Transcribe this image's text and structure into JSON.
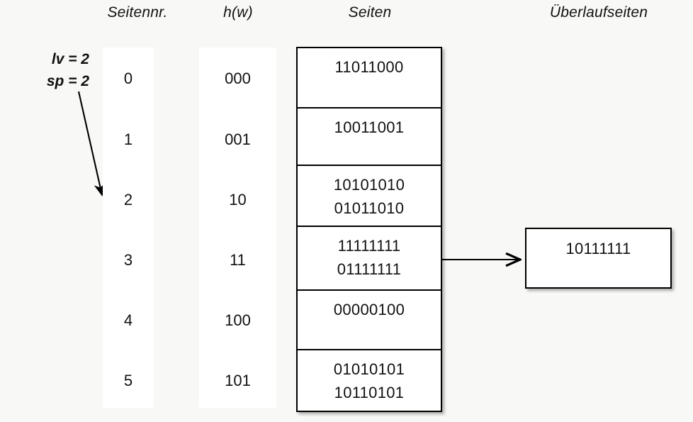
{
  "diagram": {
    "background_color": "#f8f8f7",
    "line_color": "#000000",
    "text_color": "#111111"
  },
  "headers": {
    "seitennr": "Seitennr.",
    "hw": "h(w)",
    "seiten": "Seiten",
    "ueberlaufseiten": "Überlaufseiten"
  },
  "params": {
    "lv": "lv = 2",
    "sp": "sp = 2"
  },
  "rows": [
    {
      "seitennr": "0",
      "hw": "000",
      "entries": [
        "11011000"
      ]
    },
    {
      "seitennr": "1",
      "hw": "001",
      "entries": [
        "10011001"
      ]
    },
    {
      "seitennr": "2",
      "hw": "10",
      "entries": [
        "10101010",
        "01011010"
      ]
    },
    {
      "seitennr": "3",
      "hw": "11",
      "entries": [
        "11111111",
        "01111111"
      ]
    },
    {
      "seitennr": "4",
      "hw": "100",
      "entries": [
        "00000100"
      ]
    },
    {
      "seitennr": "5",
      "hw": "101",
      "entries": [
        "01010101",
        "10110101"
      ]
    }
  ],
  "overflow_pages": [
    {
      "from_row": "3",
      "entries": [
        "10111111"
      ]
    }
  ]
}
